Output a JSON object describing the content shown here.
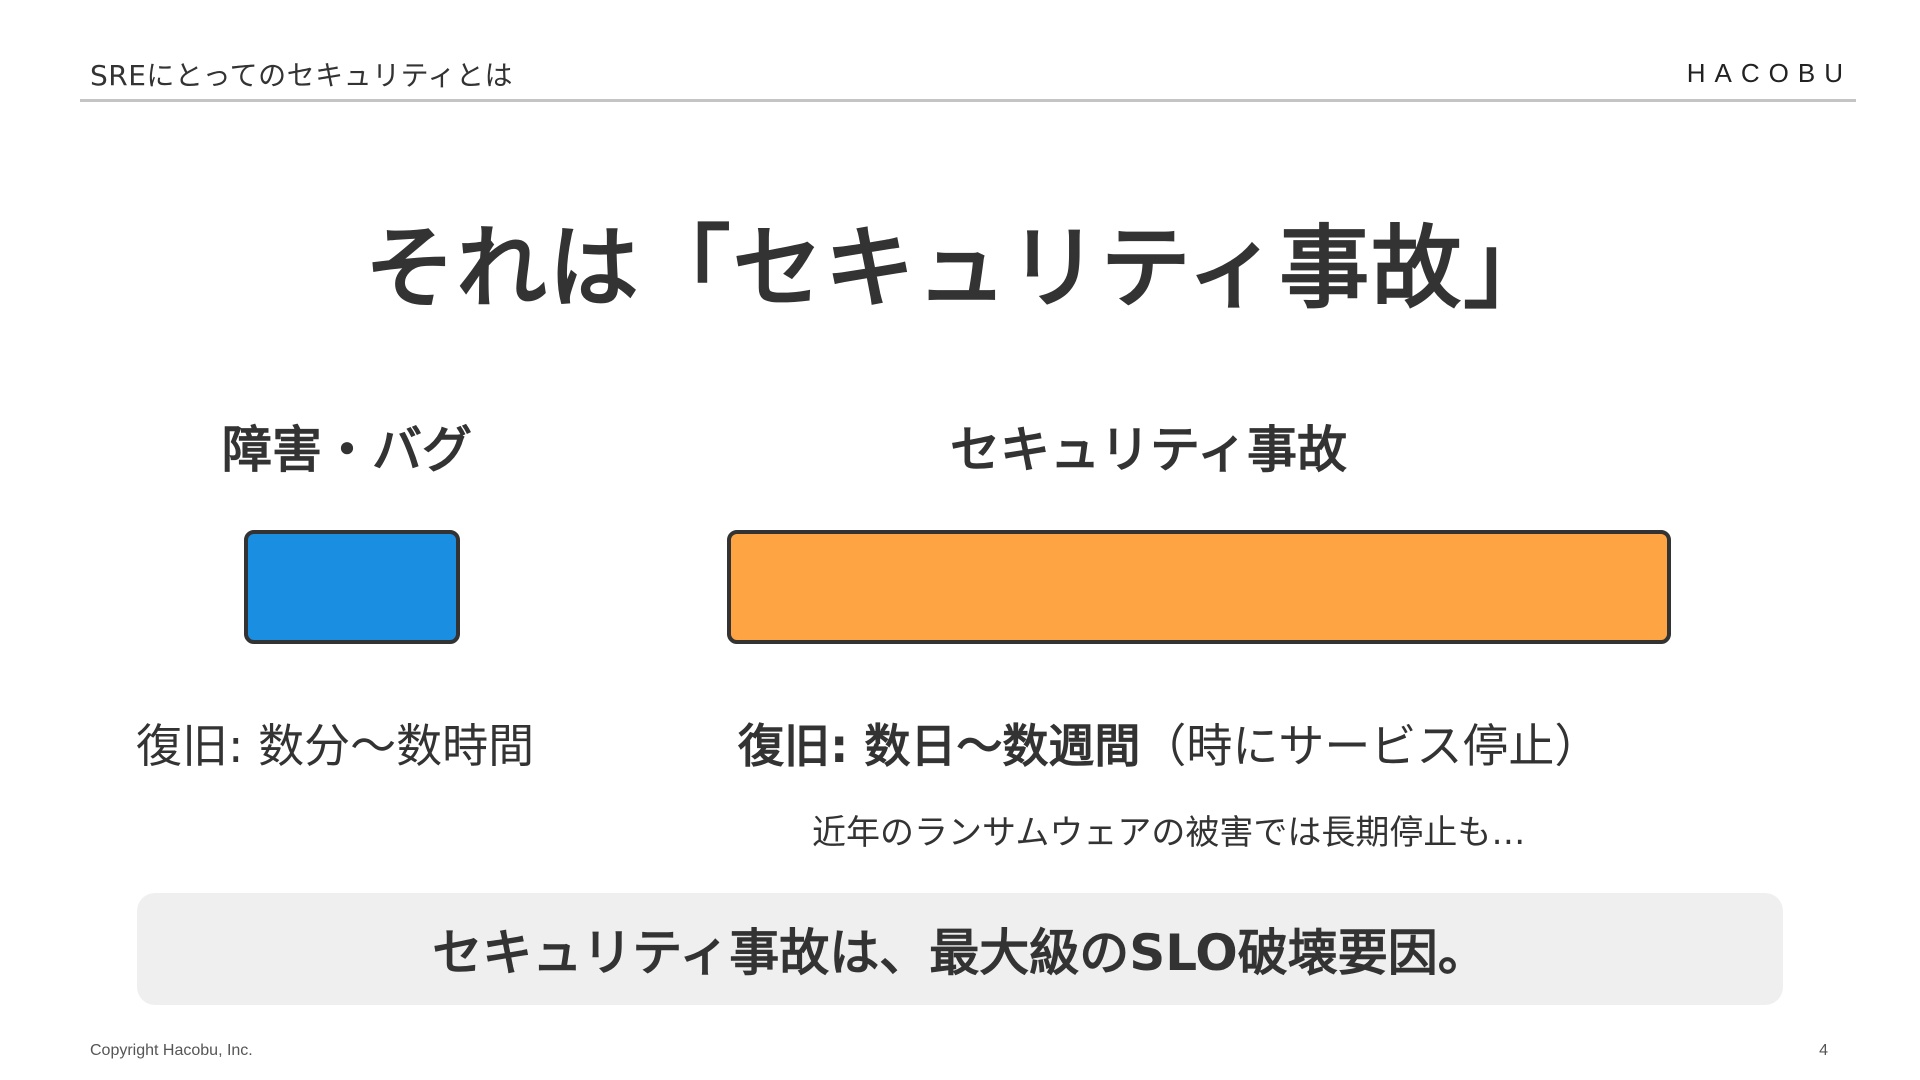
{
  "header": {
    "title": "SREにとってのセキュリティとは",
    "logo": "HACOBU"
  },
  "main": {
    "heading": "それは「セキュリティ事故」",
    "left": {
      "label": "障害・バグ",
      "recovery": "復旧: 数分～数時間",
      "bar_color": "#1a8ee0"
    },
    "right": {
      "label": "セキュリティ事故",
      "recovery_bold": "復旧: 数日～数週間",
      "recovery_note": "（時にサービス停止）",
      "note": "近年のランサムウェアの被害では長期停止も…",
      "bar_color": "#fea442"
    },
    "banner": "セキュリティ事故は、最大級のSLO破壊要因。"
  },
  "footer": {
    "copyright": "Copyright Hacobu, Inc.",
    "page_number": "4"
  }
}
